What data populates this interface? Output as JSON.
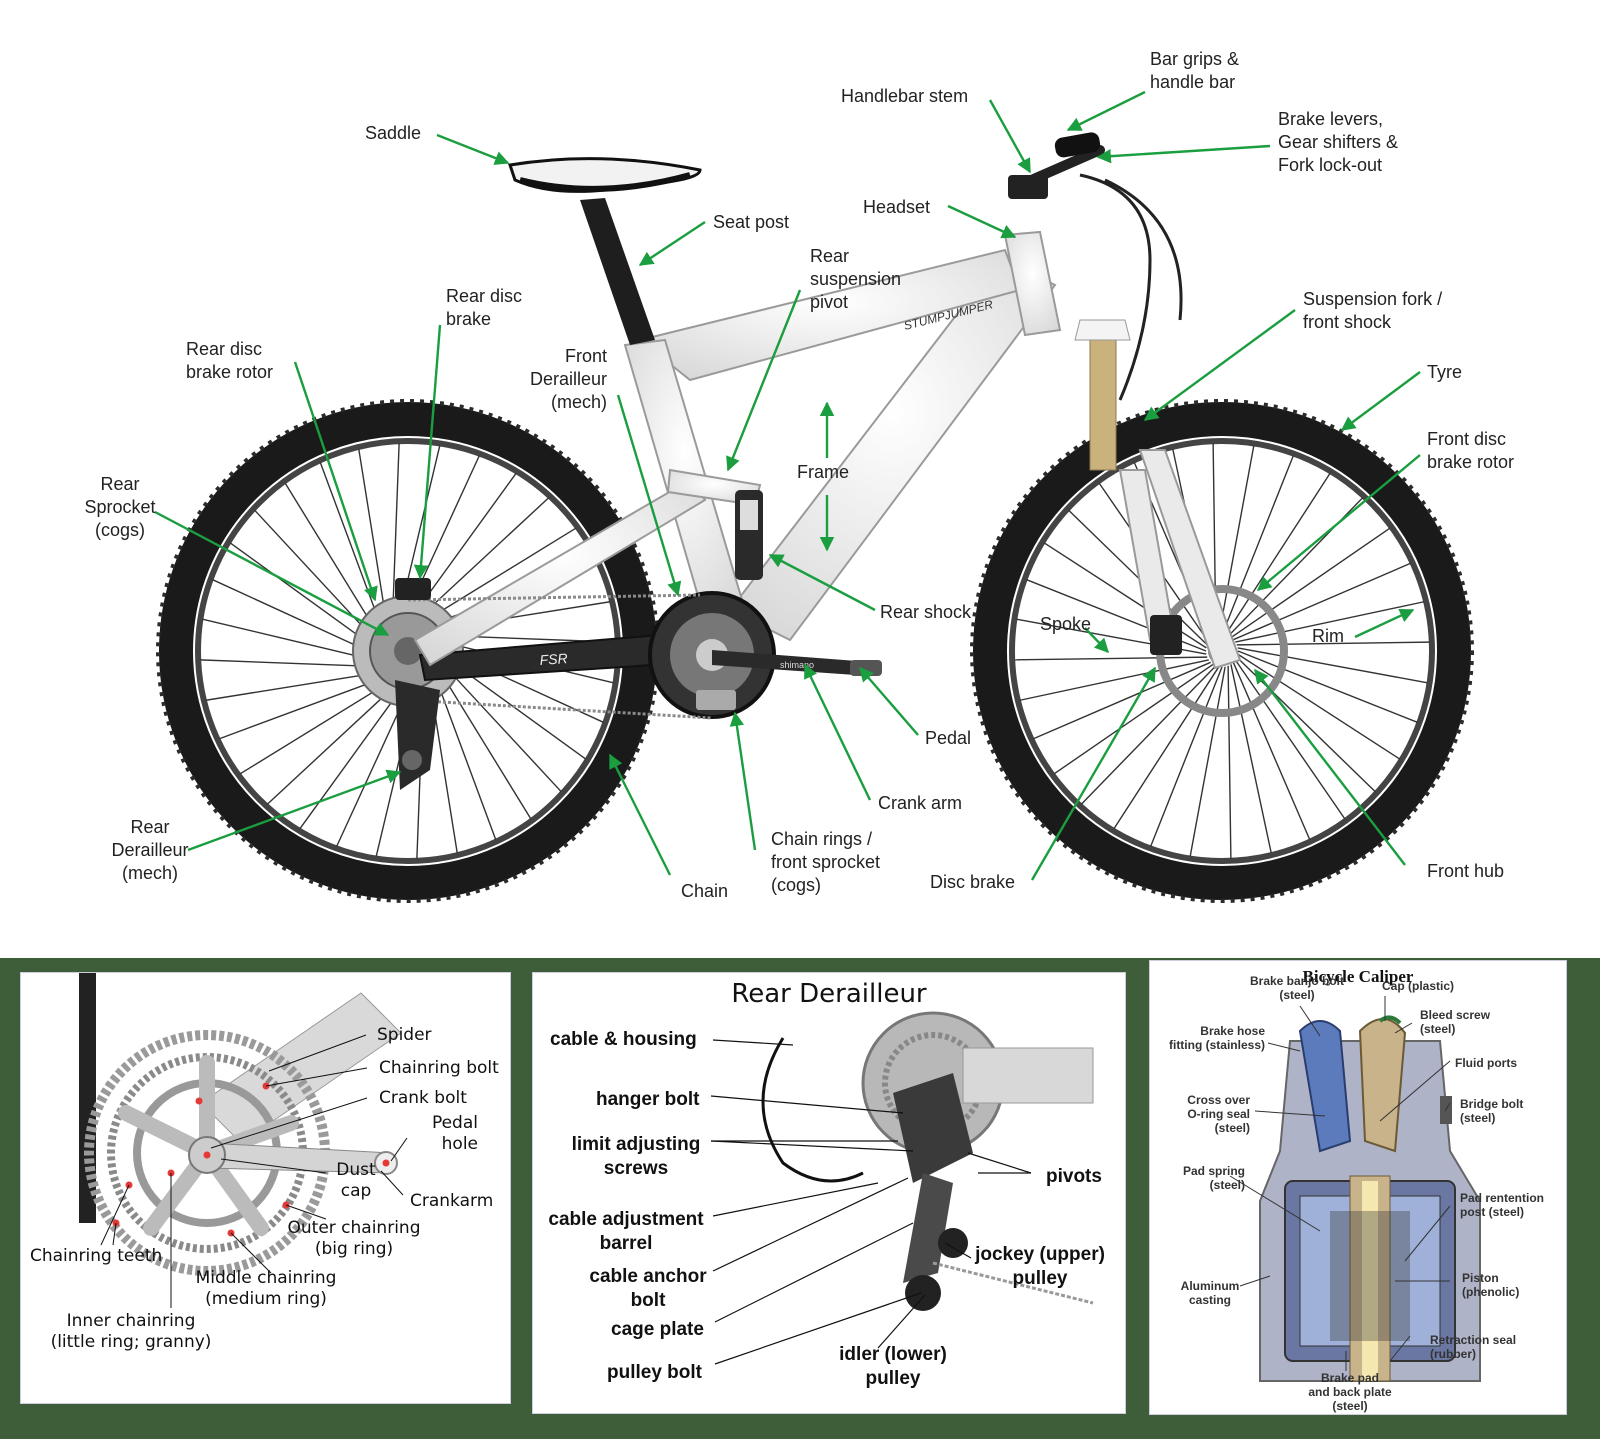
{
  "main_diagram": {
    "labels": {
      "bar_grips": "Bar grips &\nhandle bar",
      "handlebar_stem": "Handlebar stem",
      "brake_levers": "Brake levers,\nGear shifters &\nFork lock-out",
      "saddle": "Saddle",
      "headset": "Headset",
      "seat_post": "Seat post",
      "rear_suspension_pivot": "Rear\nsuspension\npivot",
      "suspension_fork": "Suspension fork /\nfront shock",
      "rear_disc_brake": "Rear disc\nbrake",
      "rear_disc_brake_rotor": "Rear disc\nbrake rotor",
      "front_derailleur": "Front\nDerailleur\n(mech)",
      "tyre": "Tyre",
      "front_disc_brake_rotor": "Front disc\nbrake rotor",
      "frame": "Frame",
      "rear_sprocket": "Rear\nSprocket\n(cogs)",
      "rear_shock": "Rear shock",
      "spoke": "Spoke",
      "rim": "Rim",
      "pedal": "Pedal",
      "crank_arm": "Crank arm",
      "rear_derailleur": "Rear\nDerailleur\n(mech)",
      "chain_rings": "Chain rings /\nfront sprocket\n(cogs)",
      "chain": "Chain",
      "disc_brake": "Disc brake",
      "front_hub": "Front hub"
    },
    "frame_decals": {
      "top_tube": "STUMPJUMPER",
      "chainstay": "FSR",
      "crank": "shimano"
    }
  },
  "crankset_panel": {
    "labels": {
      "spider": "Spider",
      "chainring_bolt": "Chainring bolt",
      "crank_bolt": "Crank bolt",
      "pedal_hole": "Pedal\nhole",
      "dust_cap": "Dust\ncap",
      "crankarm": "Crankarm",
      "outer_chainring": "Outer chainring\n(big ring)",
      "chainring_teeth": "Chainring teeth",
      "middle_chainring": "Middle chainring\n(medium ring)",
      "inner_chainring": "Inner chainring\n(little ring; granny)"
    }
  },
  "derailleur_panel": {
    "title": "Rear Derailleur",
    "labels": {
      "cable_housing": "cable & housing",
      "hanger_bolt": "hanger bolt",
      "limit_screws": "limit adjusting\nscrews",
      "pivots": "pivots",
      "cable_adjustment_barrel": "cable adjustment\nbarrel",
      "jockey_pulley": "jockey (upper)\npulley",
      "cable_anchor_bolt": "cable anchor\nbolt",
      "cage_plate": "cage plate",
      "idler_pulley": "idler (lower)\npulley",
      "pulley_bolt": "pulley bolt"
    }
  },
  "caliper_panel": {
    "title": "Bicycle Caliper",
    "labels": {
      "banjo_bolt": "Brake banjo bolt\n(steel)",
      "cap": "Cap (plastic)",
      "bleed_screw": "Bleed screw\n(steel)",
      "hose_fitting": "Brake hose\nfitting (stainless)",
      "fluid_ports": "Fluid ports",
      "cross_over_seal": "Cross over\nO-ring seal\n(steel)",
      "bridge_bolt": "Bridge bolt\n(steel)",
      "pad_spring": "Pad spring\n(steel)",
      "pad_retention_post": "Pad rentention\npost (steel)",
      "aluminum_casting": "Aluminum\ncasting",
      "piston": "Piston\n(phenolic)",
      "retraction_seal": "Retraction seal\n(rubber)",
      "brake_pad": "Brake pad\nand back plate\n(steel)"
    }
  },
  "colors": {
    "arrow_green": "#1a9e3f",
    "band_green": "#3d5e38",
    "tyre": "#1a1a1a",
    "frame_white": "#f1f1f1",
    "caliper_blue": "#5b7bbd",
    "caliper_tan": "#c8b38a"
  }
}
